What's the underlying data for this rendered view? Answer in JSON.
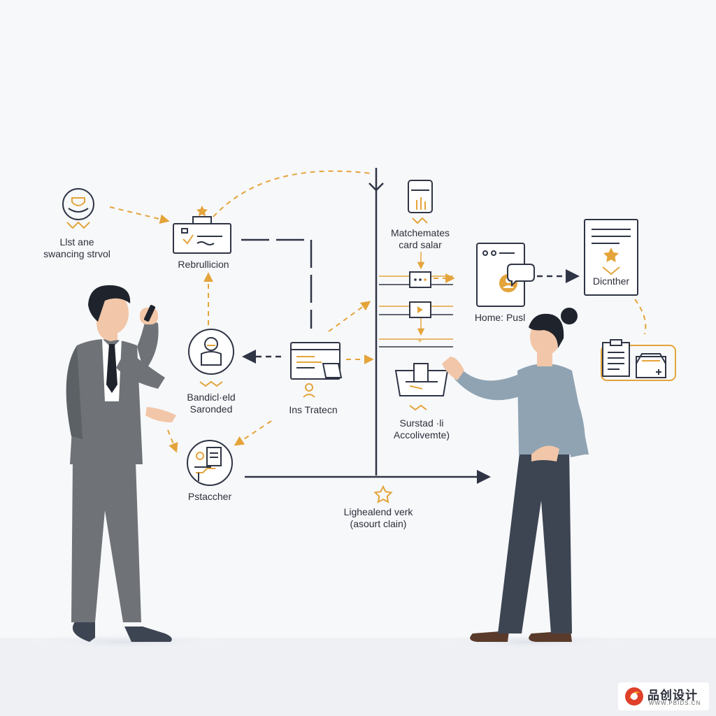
{
  "colors": {
    "background": "#f7f8fa",
    "line": "#2f3545",
    "accent": "#e4a43a",
    "suit": "#6f7378",
    "shirt_blue": "#8fa3b3",
    "pants": "#3d4553",
    "skin": "#f2c6a8"
  },
  "labels": {
    "list_line1": "Llst ane",
    "list_line2": "swancing strvol",
    "rebrull": "Rebrullicion",
    "matchemates_line1": "Matchemates",
    "matchemates_line2": "card salar",
    "home_post": "Home: Pusl",
    "dicnther": "Dicnther",
    "bandicld_line1": "Bandicl·eld",
    "bandicld_line2": "Saronded",
    "ins_tratecn": "Ins Tratecn",
    "surstad_line1": "Surstad ·li",
    "surstad_line2": "Accolivemte)",
    "pstaccher": "Pstaccher",
    "lighthead_line1": "Lighealend verk",
    "lighthead_line2": "(asourt clain)"
  },
  "icons": {
    "list": "trophy-hand-icon",
    "rebrull": "checklist-card-icon",
    "matchemates": "server-bars-icon",
    "home_post": "profile-chat-icon",
    "dicnther": "star-document-icon",
    "clipboard": "clipboard-drive-icon",
    "bandicld": "person-portrait-icon",
    "ins_tratecn": "browser-document-icon",
    "surstad": "box-document-icon",
    "pstaccher": "person-desk-icon",
    "lighthead": "star-outline-icon"
  },
  "watermark": {
    "text": "品创设计",
    "subtext": "WWW.PBIDS.CN"
  }
}
